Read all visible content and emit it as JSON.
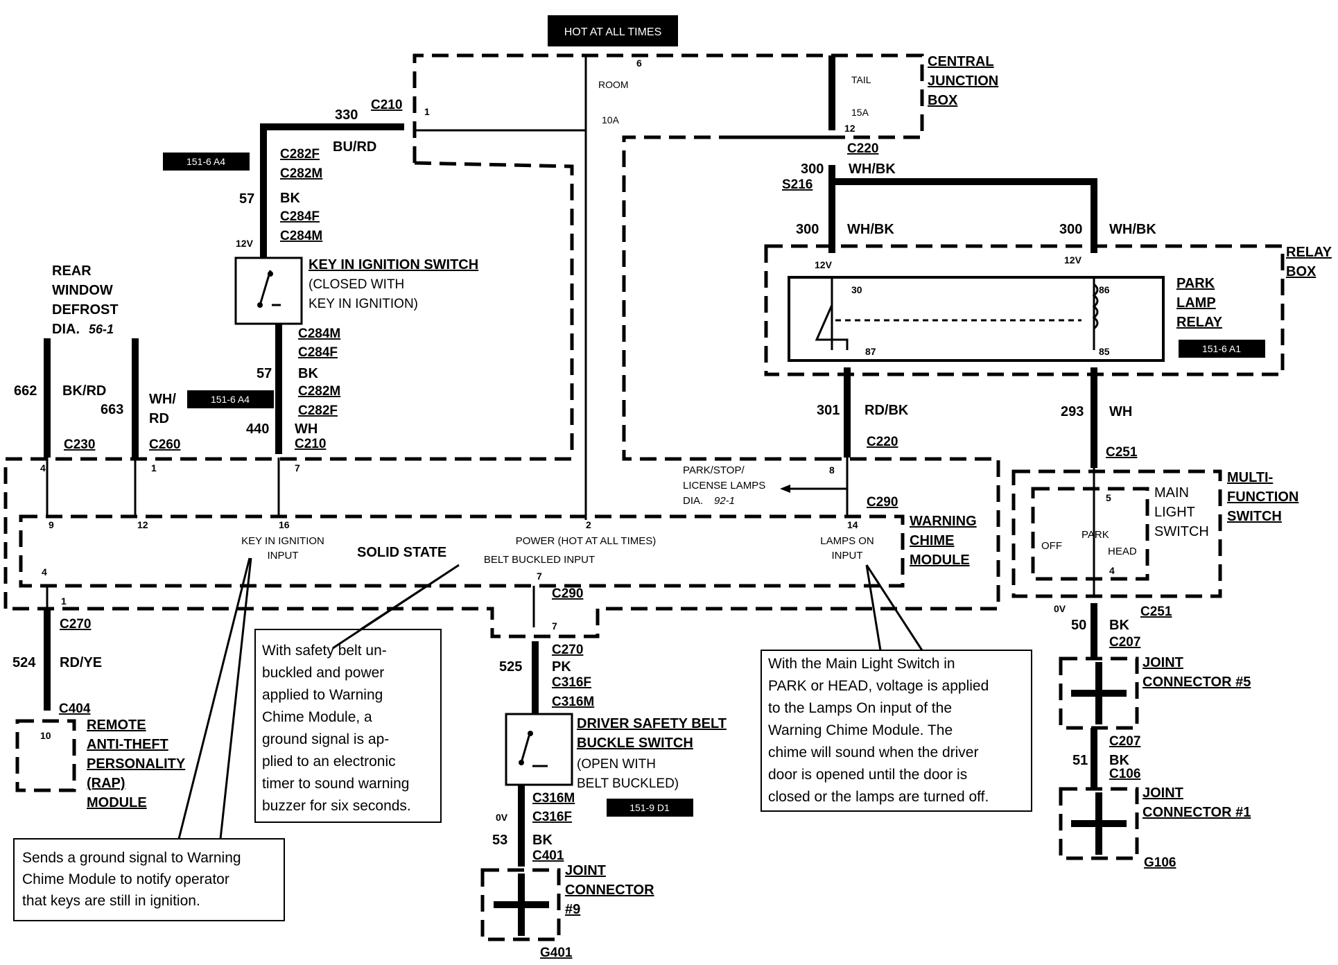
{
  "header_tag": "HOT AT ALL TIMES",
  "ref_tags": [
    "151-6 A4",
    "151-6 A4",
    "151-6 A1",
    "151-9 D1"
  ],
  "labels": {
    "cjb": [
      "CENTRAL",
      "JUNCTION",
      "BOX"
    ],
    "relay_box": [
      "RELAY",
      "BOX"
    ],
    "park_lamp_relay": [
      "PARK",
      "LAMP",
      "RELAY"
    ],
    "key_switch_title": "KEY IN IGNITION SWITCH",
    "key_switch_sub": [
      "(CLOSED WITH",
      "KEY IN IGNITION)"
    ],
    "rear_window": [
      "REAR",
      "WINDOW",
      "DEFROST",
      "DIA."
    ],
    "rear_window_dia": "56-1",
    "warning_chime": [
      "WARNING",
      "CHIME",
      "MODULE"
    ],
    "solid_state": "SOLID  STATE",
    "key_input": [
      "KEY IN IGNITION",
      "INPUT"
    ],
    "power_input": "POWER (HOT AT ALL TIMES)",
    "belt_input": "BELT BUCKLED INPUT",
    "lamps_input": [
      "LAMPS ON",
      "INPUT"
    ],
    "park_stop": [
      "PARK/STOP/",
      "LICENSE LAMPS",
      "DIA."
    ],
    "park_stop_dia": "92-1",
    "multi_function": [
      "MULTI-",
      "FUNCTION",
      "SWITCH"
    ],
    "main_light": [
      "MAIN",
      "LIGHT",
      "SWITCH"
    ],
    "off": "OFF",
    "park": "PARK",
    "head": "HEAD",
    "rap_module": [
      "REMOTE",
      "ANTI-THEFT",
      "PERSONALITY",
      "(RAP)",
      "MODULE"
    ],
    "driver_belt_title": [
      "DRIVER SAFETY BELT",
      "BUCKLE SWITCH"
    ],
    "driver_belt_sub": [
      "(OPEN WITH",
      "BELT BUCKLED)"
    ],
    "joint5": [
      "JOINT",
      "CONNECTOR #5"
    ],
    "joint1": [
      "JOINT",
      "CONNECTOR #1"
    ],
    "joint9": [
      "JOINT",
      "CONNECTOR",
      "#9"
    ],
    "room": "ROOM",
    "tail": "TAIL",
    "fuse_10a": "10A",
    "fuse_15a": "15A"
  },
  "notes": {
    "belt": [
      "With safety belt un-",
      "buckled and power",
      "applied to Warning",
      "Chime Module, a",
      "ground signal is ap-",
      "plied to an electronic",
      "timer to sound warning",
      "buzzer for six seconds."
    ],
    "lamps": [
      "With the Main Light Switch in",
      "PARK or HEAD, voltage is applied",
      "to the Lamps On input of the",
      "Warning Chime Module.  The",
      "chime will sound when the driver",
      "door is opened until the door is",
      "closed or the lamps are turned off."
    ],
    "key": [
      "Sends a ground signal to Warning",
      "Chime Module to notify operator",
      "that keys are still in ignition."
    ]
  },
  "connectors": [
    "C210",
    "C282F",
    "C282M",
    "C284F",
    "C284M",
    "C284M",
    "C284F",
    "C282M",
    "C282F",
    "C210",
    "C230",
    "C260",
    "C220",
    "S216",
    "C220",
    "C251",
    "C290",
    "C290",
    "C270",
    "C404",
    "C270",
    "C316F",
    "C316M",
    "C316M",
    "C316F",
    "C401",
    "G401",
    "C251",
    "C207",
    "C207",
    "C106",
    "G106"
  ],
  "circuits": [
    "330",
    "57",
    "57",
    "440",
    "662",
    "663",
    "300",
    "300",
    "300",
    "301",
    "293",
    "524",
    "525",
    "53",
    "50",
    "51"
  ],
  "wire_colors": [
    "BU/RD",
    "BK",
    "BK",
    "WH",
    "BK/RD",
    "WH/",
    "RD",
    "WH/BK",
    "WH/BK",
    "WH/BK",
    "RD/BK",
    "WH",
    "RD/YE",
    "PK",
    "BK",
    "BK",
    "BK"
  ],
  "pins": [
    "6",
    "1",
    "12",
    "12V",
    "12V",
    "12V",
    "30",
    "86",
    "87",
    "85",
    "4",
    "1",
    "7",
    "8",
    "9",
    "12",
    "16",
    "2",
    "14",
    "4",
    "1",
    "7",
    "7",
    "5",
    "4",
    "10",
    "0V",
    "0V"
  ]
}
